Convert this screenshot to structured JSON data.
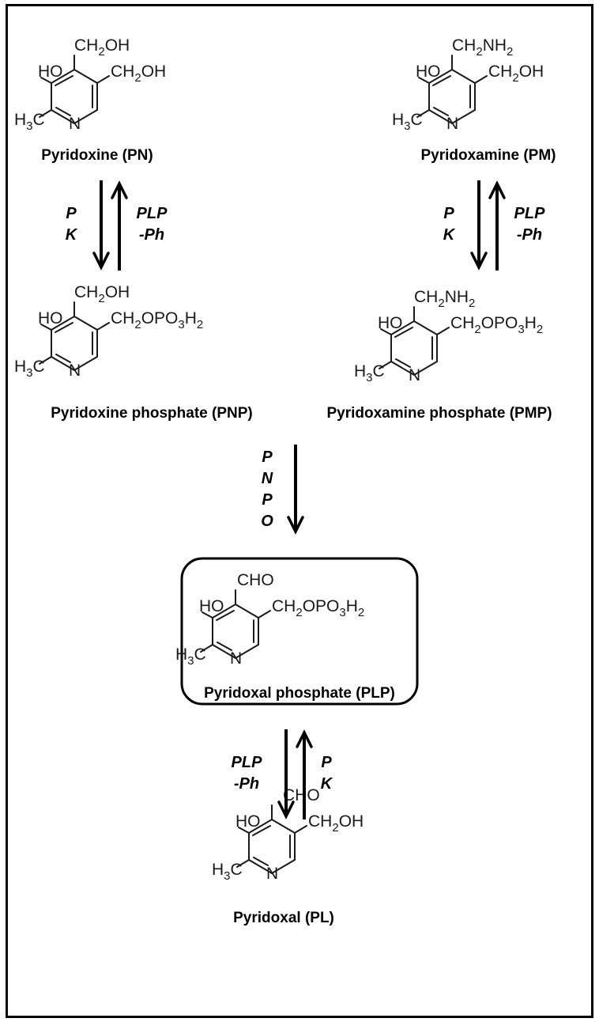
{
  "compounds": {
    "pn": {
      "name": "Pyridoxine (PN)",
      "top": "CH2OH",
      "right": "CH2OH"
    },
    "pm": {
      "name": "Pyridoxamine (PM)",
      "top": "CH2NH2",
      "right": "CH2OH"
    },
    "pnp": {
      "name": "Pyridoxine phosphate (PNP)",
      "top": "CH2OH",
      "right": "CH2OPO3H2"
    },
    "pmp": {
      "name": "Pyridoxamine phosphate (PMP)",
      "top": "CH2NH2",
      "right": "CH2OPO3H2"
    },
    "plp": {
      "name": "Pyridoxal phosphate (PLP)",
      "top": "CHO",
      "right": "CH2OPO3H2"
    },
    "pl": {
      "name": "Pyridoxal (PL)",
      "top": "CHO",
      "right": "CH2OH"
    }
  },
  "common_groups": {
    "hydroxyl": "HO",
    "methyl": "H3C",
    "ring_nitrogen": "N"
  },
  "enzymes": {
    "pk": [
      "P",
      "K"
    ],
    "plp_ph": [
      "PLP",
      "-Ph"
    ],
    "pnpo": [
      "P",
      "N",
      "P",
      "O"
    ]
  }
}
